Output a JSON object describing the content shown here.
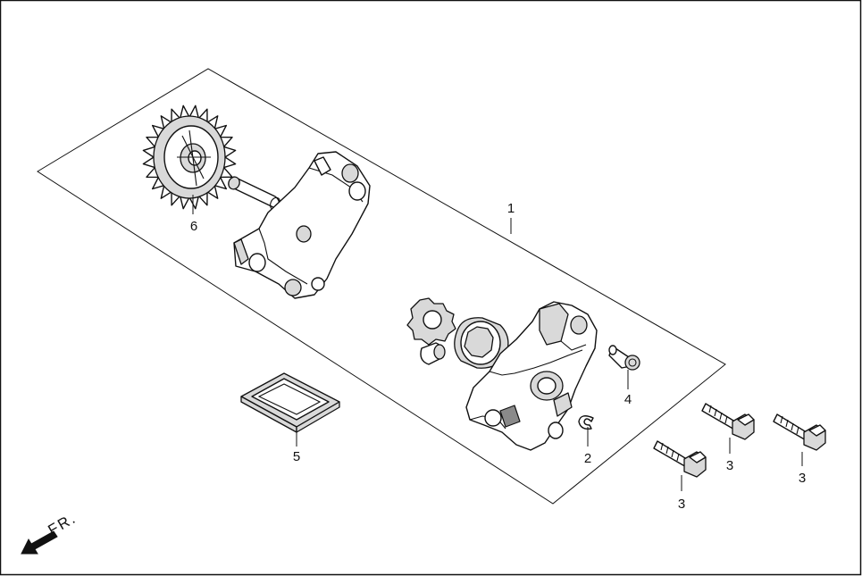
{
  "diagram": {
    "orientation_label": "FR.",
    "callouts": [
      {
        "id": "assembly",
        "text": "1"
      },
      {
        "id": "clip",
        "text": "2"
      },
      {
        "id": "bolt-a",
        "text": "3"
      },
      {
        "id": "bolt-b",
        "text": "3"
      },
      {
        "id": "bolt-c",
        "text": "3"
      },
      {
        "id": "pin",
        "text": "4"
      },
      {
        "id": "gasket",
        "text": "5"
      },
      {
        "id": "sprocket",
        "text": "6"
      }
    ]
  }
}
